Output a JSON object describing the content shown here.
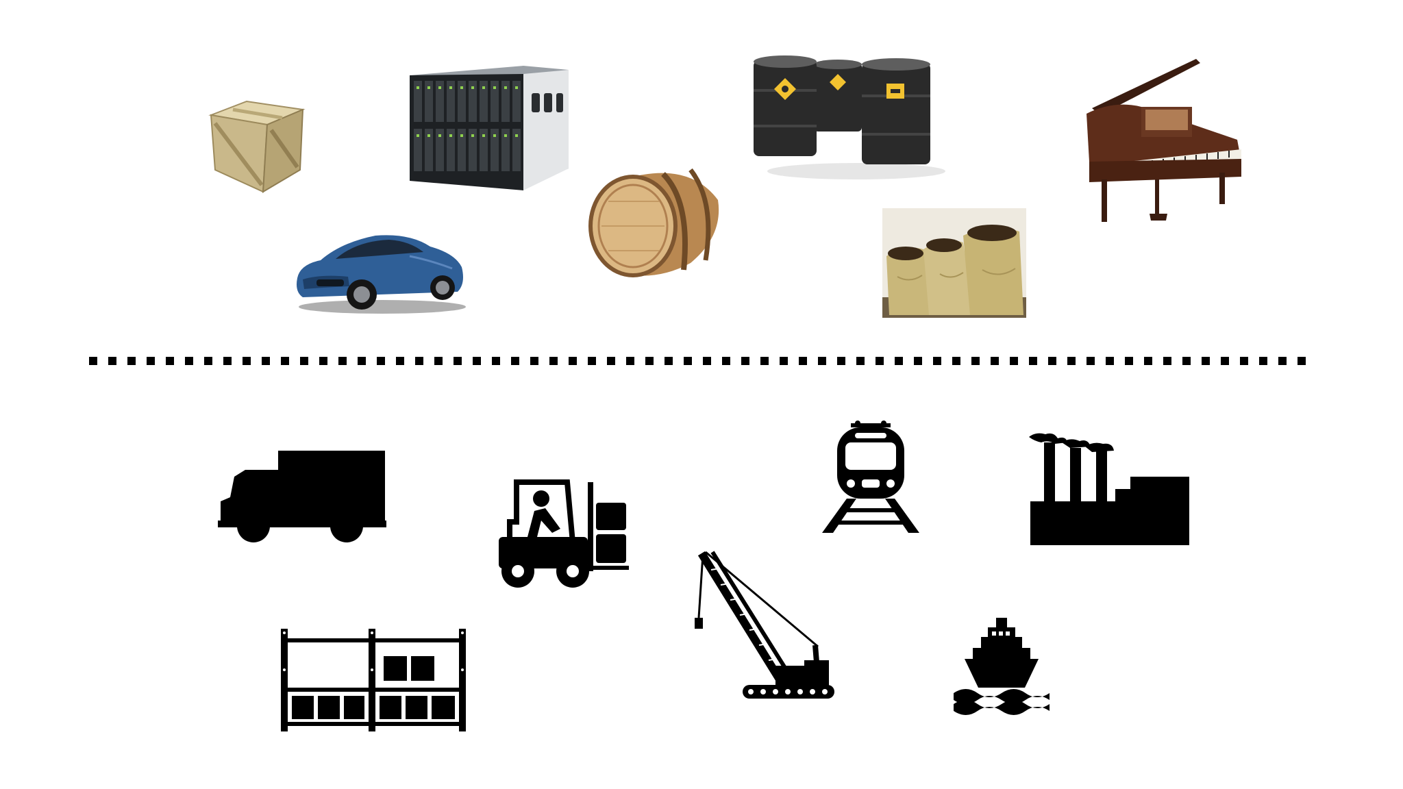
{
  "cargo": {
    "items": [
      "wooden-crate",
      "server-rack",
      "wooden-barrel",
      "oil-drums",
      "grand-piano",
      "sports-car",
      "grain-sacks"
    ],
    "colors": {
      "crate_wood": "#c9b88a",
      "car_body": "#2f5f97",
      "barrel_wood": "#c89a5e",
      "drum_body": "#2a2a2a",
      "hazard_label": "#f2c230",
      "sack_color": "#c9b77a",
      "piano_wood": "#5e2d1a"
    }
  },
  "divider": {
    "style": "dotted",
    "color": "#000000"
  },
  "logistics": {
    "icons": [
      "delivery-truck-icon",
      "forklift-icon",
      "train-icon",
      "factory-icon",
      "warehouse-rack-icon",
      "crawler-crane-icon",
      "cargo-ship-icon"
    ],
    "color": "#000000"
  }
}
